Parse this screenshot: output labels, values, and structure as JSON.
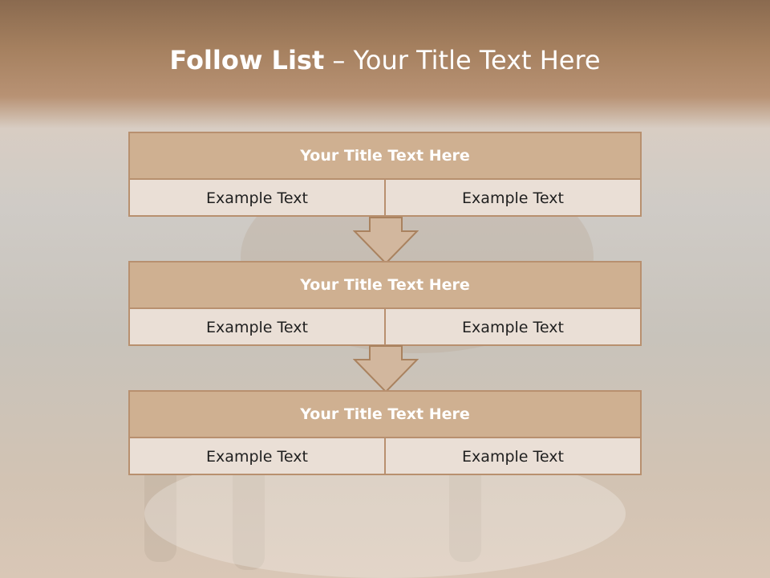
{
  "slide": {
    "title_bold": "Follow List",
    "title_rest": " – Your Title Text Here"
  },
  "blocks": [
    {
      "title": "Your Title Text Here",
      "left": "Example Text",
      "right": "Example Text"
    },
    {
      "title": "Your Title Text Here",
      "left": "Example Text",
      "right": "Example Text"
    },
    {
      "title": "Your Title Text Here",
      "left": "Example Text",
      "right": "Example Text"
    }
  ],
  "colors": {
    "header_fill": "#cfb091",
    "cell_fill": "#eadfd6",
    "border": "#b8906f",
    "arrow_fill": "#d2b79e",
    "arrow_stroke": "#a9825f"
  }
}
